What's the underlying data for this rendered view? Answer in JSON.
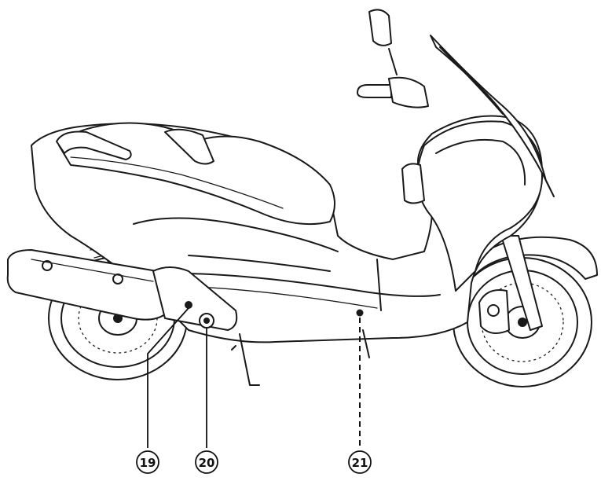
{
  "callouts": [
    {
      "id": "c19",
      "number": "19"
    },
    {
      "id": "c20",
      "number": "20"
    },
    {
      "id": "c21",
      "number": "21"
    }
  ]
}
